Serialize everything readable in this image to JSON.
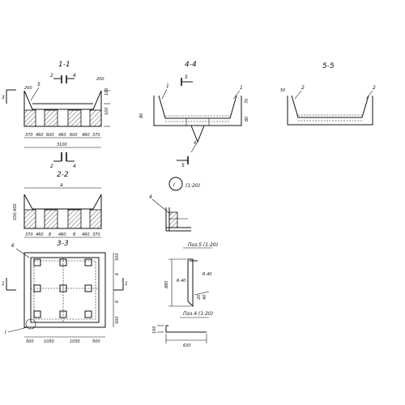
{
  "sections": {
    "s11": {
      "title": "1-1",
      "mark_top_a": "2",
      "mark_top_b": "4",
      "mark_bot_a": "2",
      "mark_bot_b": "4",
      "side_mark": "3",
      "leader": "5",
      "dim_left_top": "200",
      "dim_right_top": "200",
      "dim_right_1": "100",
      "dim_right_2": "100",
      "dims": [
        "370",
        "460",
        "600",
        "460",
        "600",
        "460",
        "370"
      ],
      "total": "3100"
    },
    "s44": {
      "title": "4-4",
      "mark_top": "5",
      "mark_bot": "5",
      "leader_left": "1",
      "leader_right": "1",
      "dim_left": "80",
      "dim_right": "70",
      "dim_low": "80",
      "weld": "4"
    },
    "s55": {
      "title": "5-5",
      "leader_left": "2",
      "leader_right": "2",
      "dim_left": "50"
    },
    "s22": {
      "title": "2-2",
      "dim_top": "a",
      "dim_left": "100,400",
      "dims": [
        "370",
        "460",
        "8",
        "460",
        "8",
        "460",
        "370"
      ]
    },
    "s33": {
      "title": "3-3",
      "leader": "6",
      "side_left": "1",
      "side_right": "1",
      "node_mark": "I",
      "dims_bottom": [
        "500",
        "1050",
        "1050",
        "500"
      ],
      "dims_right": [
        "500",
        "6",
        "6",
        "500"
      ]
    },
    "node1": {
      "title": "I",
      "scale": "(1:20)",
      "leader": "4"
    },
    "pos5": {
      "title": "Поз.5 (1:20)",
      "dim_h": "880",
      "dim_a": "R.40",
      "dim_b": "R.40",
      "dim_small": "20",
      "dim_w": "40"
    },
    "pos4": {
      "title": "Поз.4 (1:20)",
      "dim_h": "100",
      "dim_w": "630"
    }
  }
}
